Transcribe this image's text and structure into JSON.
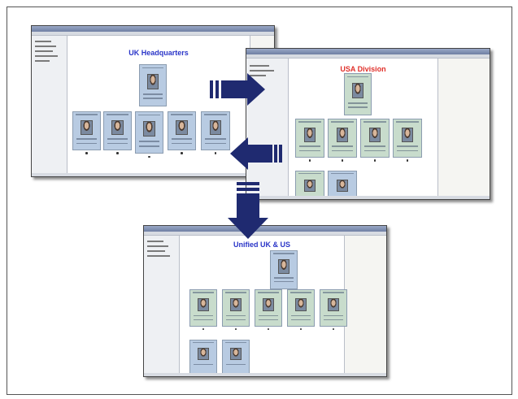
{
  "figure": {
    "screens": [
      {
        "id": "uk",
        "title": "UK Headquarters",
        "title_color": "#2a35c8"
      },
      {
        "id": "usa",
        "title": "USA Division",
        "title_color": "#e0302a"
      },
      {
        "id": "unified",
        "title": "Unified UK & US",
        "title_color": "#2a35c8"
      }
    ]
  },
  "colors": {
    "arrow": "#1f2a70",
    "node_blue": "#b8cbe2",
    "node_green": "#c8dccc"
  },
  "icons": {
    "arrow_right": "arrow-right-icon",
    "arrow_left": "arrow-left-icon",
    "arrow_down": "arrow-down-icon"
  }
}
